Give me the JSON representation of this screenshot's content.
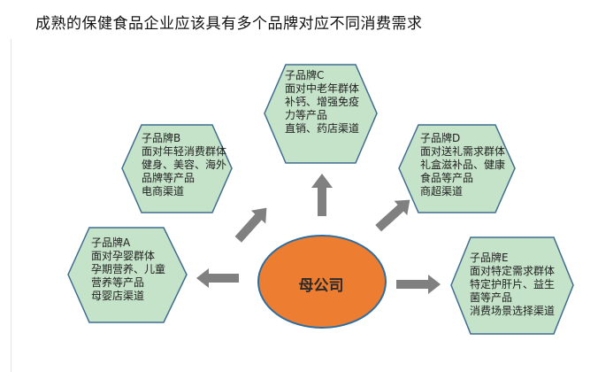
{
  "title": "成熟的保健食品企业应该具有多个品牌对应不同消费需求",
  "center": {
    "label": "母公司"
  },
  "brands": [
    {
      "id": "C",
      "lines": [
        "子品牌C",
        "面对中老年群体",
        "补钙、增强免疫",
        "力等产品",
        "直销、药店渠道"
      ]
    },
    {
      "id": "B",
      "lines": [
        "子品牌B",
        "面对年轻消费群体",
        "健身、美容、海外",
        "品牌等产品",
        "电商渠道"
      ]
    },
    {
      "id": "D",
      "lines": [
        "子品牌D",
        "面对送礼需求群体",
        "礼盒滋补品、健康",
        "食品等产品",
        "商超渠道"
      ]
    },
    {
      "id": "A",
      "lines": [
        "子品牌A",
        "面对孕婴群体",
        "孕期营养、儿童",
        "营养等产品",
        "母婴店渠道"
      ]
    },
    {
      "id": "E",
      "lines": [
        "子品牌E",
        "面对特定需求群体",
        "特定护肝片、益生",
        "菌等产品",
        "消费场景选择渠道"
      ]
    }
  ],
  "colors": {
    "hex_fill": "#c5e3c9",
    "hex_stroke": "#3f6d8f",
    "center_fill": "#ed7d31",
    "center_stroke": "#2e6e9e",
    "arrow": "#7f7f7f"
  }
}
